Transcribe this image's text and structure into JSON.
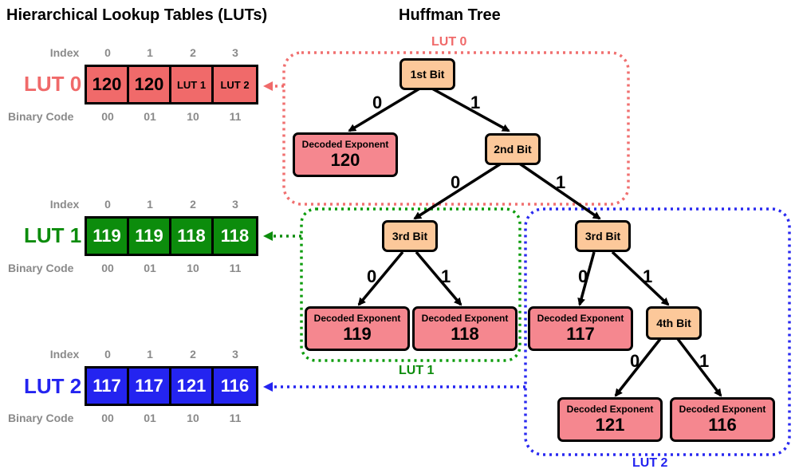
{
  "titles": {
    "left": "Hierarchical Lookup Tables (LUTs)",
    "right": "Huffman Tree"
  },
  "row_labels": {
    "index": "Index",
    "binary": "Binary Code"
  },
  "indices": [
    "0",
    "1",
    "2",
    "3"
  ],
  "binary_codes": [
    "00",
    "01",
    "10",
    "11"
  ],
  "luts": [
    {
      "name": "LUT 0",
      "values": [
        "120",
        "120",
        "LUT 1",
        "LUT 2"
      ]
    },
    {
      "name": "LUT 1",
      "values": [
        "119",
        "119",
        "118",
        "118"
      ]
    },
    {
      "name": "LUT 2",
      "values": [
        "117",
        "117",
        "121",
        "116"
      ]
    }
  ],
  "tree": {
    "bits": {
      "b1": "1st Bit",
      "b2": "2nd Bit",
      "b3a": "3rd Bit",
      "b3b": "3rd Bit",
      "b4": "4th Bit"
    },
    "leaf_title": "Decoded Exponent",
    "leaves": {
      "l120": "120",
      "l119": "119",
      "l118": "118",
      "l117": "117",
      "l121": "121",
      "l116": "116"
    },
    "edge_zero": "0",
    "edge_one": "1"
  },
  "group_labels": {
    "g0": "LUT 0",
    "g1": "LUT 1",
    "g2": "LUT 2"
  },
  "colors": {
    "lut0": "#f06a6a",
    "lut1": "#0c8c0c",
    "lut2": "#2424f0",
    "bit_node": "#fcc89a",
    "leaf_node": "#f5878f"
  }
}
